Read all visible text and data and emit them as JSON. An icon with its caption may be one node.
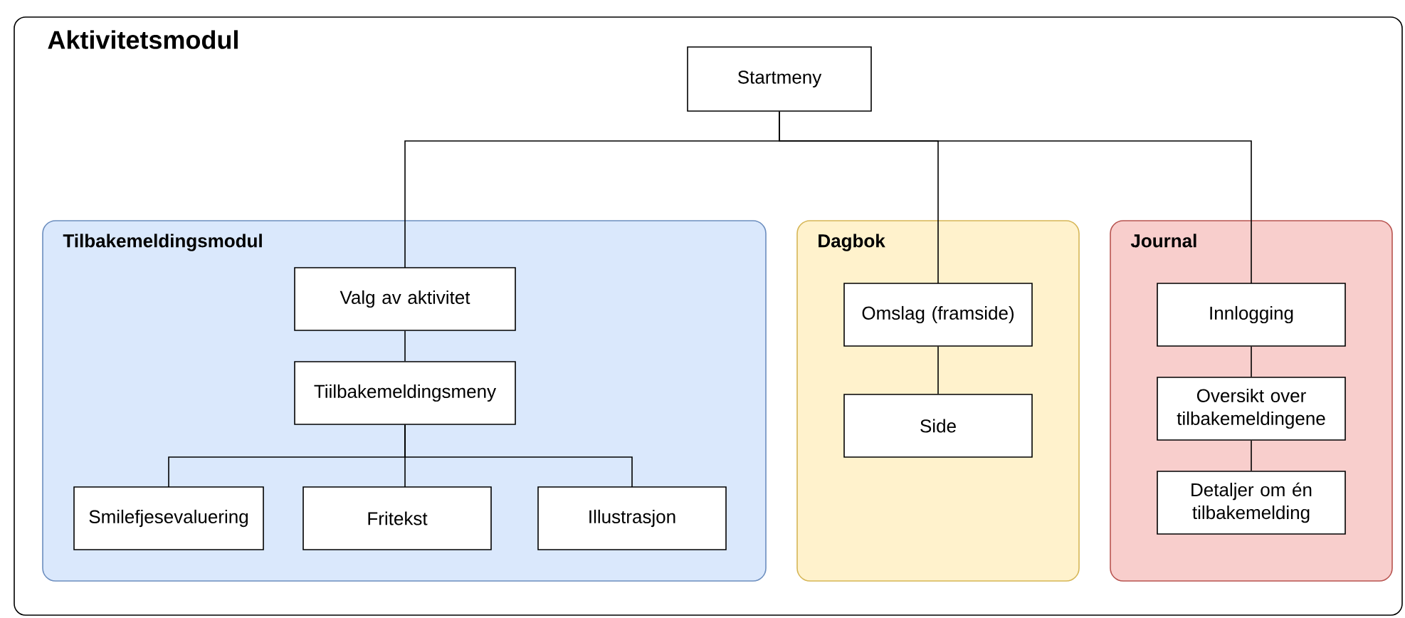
{
  "diagram": {
    "nodes": [
      {
        "text": [
          "Aktivitetsmodul"
        ]
      },
      {
        "text": [
          "Startmeny"
        ],
        "in": 0
      },
      {
        "text": [
          "Tilbakemeldingsmodul"
        ],
        "in": 0
      },
      {
        "text": [
          "Valg av aktivitet"
        ],
        "in": 2
      },
      {
        "text": [
          "Tiilbakemeldingsmeny"
        ],
        "in": 2
      },
      {
        "text": [
          "Smilefjesevaluering"
        ],
        "in": 2
      },
      {
        "text": [
          "Fritekst"
        ],
        "in": 2
      },
      {
        "text": [
          "Illustrasjon"
        ],
        "in": 2
      },
      {
        "text": [
          "Dagbok"
        ],
        "in": 0
      },
      {
        "text": [
          "Omslag (framside)"
        ],
        "in": 8
      },
      {
        "text": [
          "Side"
        ],
        "in": 8
      },
      {
        "text": [
          "Journal"
        ],
        "in": 0
      },
      {
        "text": [
          "Innlogging"
        ],
        "in": 11
      },
      {
        "text": [
          "Oversikt over tilbakemeldingene"
        ],
        "in": 11
      },
      {
        "text": [
          "Detaljer om én tilbakemelding"
        ],
        "in": 11
      }
    ],
    "edges": [
      {
        "from": 1,
        "to": 3,
        "arrow": "none"
      },
      {
        "from": 1,
        "to": 9,
        "arrow": "none"
      },
      {
        "from": 1,
        "to": 12,
        "arrow": "none"
      },
      {
        "from": 3,
        "to": 4,
        "arrow": "none"
      },
      {
        "from": 4,
        "to": 5,
        "arrow": "none"
      },
      {
        "from": 4,
        "to": 6,
        "arrow": "none"
      },
      {
        "from": 4,
        "to": 7,
        "arrow": "none"
      },
      {
        "from": 9,
        "to": 10,
        "arrow": "none"
      },
      {
        "from": 12,
        "to": 13,
        "arrow": "none"
      },
      {
        "from": 13,
        "to": 14,
        "arrow": "none"
      }
    ]
  }
}
